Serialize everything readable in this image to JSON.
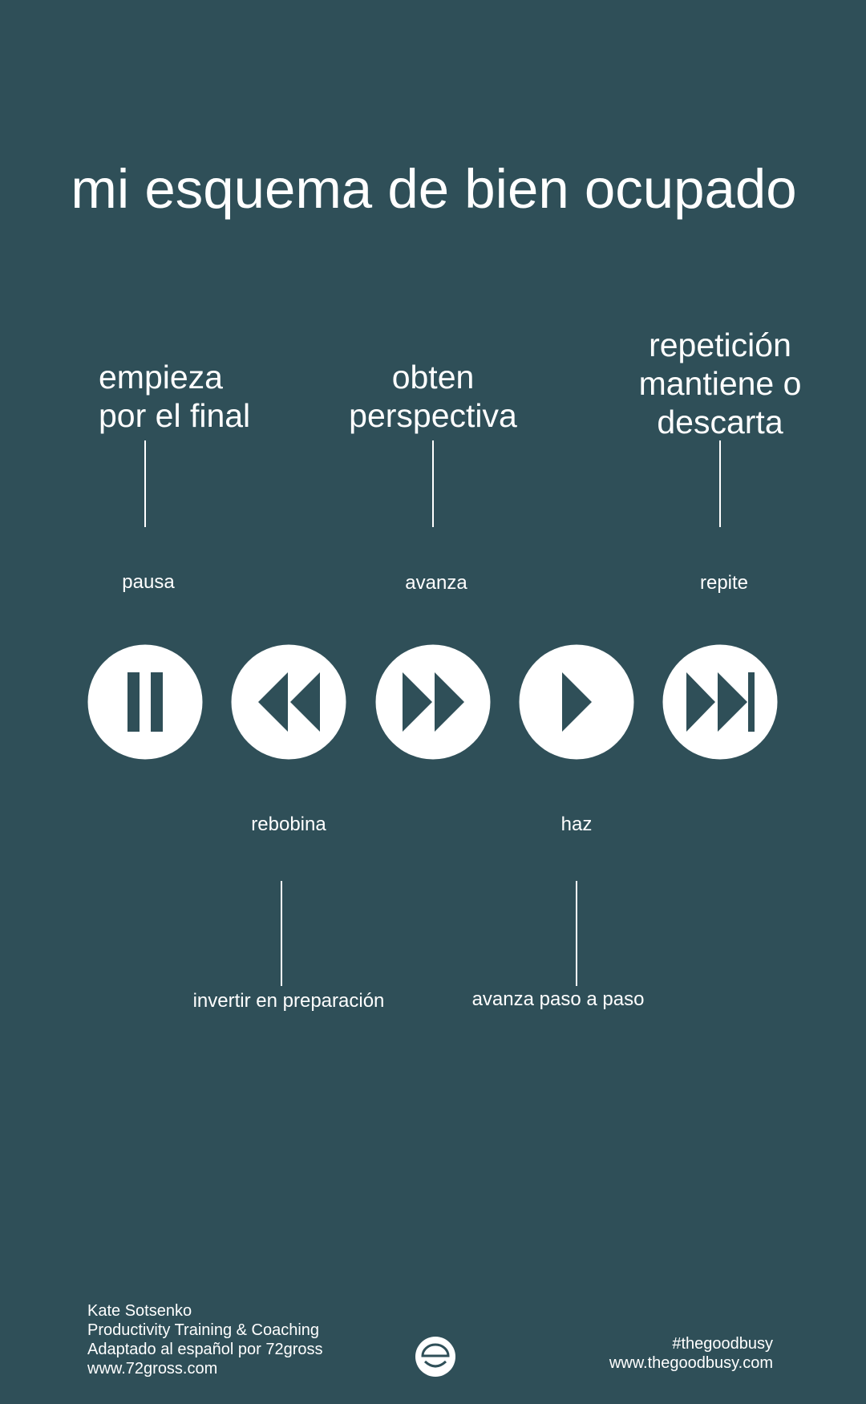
{
  "title": "mi esquema de bien ocupado",
  "colors": {
    "background": "#2f4f58",
    "foreground": "#ffffff"
  },
  "top_concepts": [
    {
      "lines": [
        "empieza",
        "por el final"
      ],
      "connects_to": "pausa"
    },
    {
      "lines": [
        "obten",
        "perspectiva"
      ],
      "connects_to": "avanza"
    },
    {
      "lines": [
        "repetición",
        "mantiene o",
        "descarta"
      ],
      "connects_to": "repite"
    }
  ],
  "controls": [
    {
      "icon": "pause-icon",
      "label": "pausa",
      "label_position": "above"
    },
    {
      "icon": "rewind-icon",
      "label": "rebobina",
      "label_position": "below"
    },
    {
      "icon": "fast-forward-icon",
      "label": "avanza",
      "label_position": "above"
    },
    {
      "icon": "play-icon",
      "label": "haz",
      "label_position": "below"
    },
    {
      "icon": "skip-forward-icon",
      "label": "repite",
      "label_position": "above"
    }
  ],
  "bottom_concepts": [
    {
      "text": "invertir en preparación",
      "connects_to": "rebobina"
    },
    {
      "text": "avanza paso a paso",
      "connects_to": "haz"
    }
  ],
  "footer": {
    "left_lines": [
      "Kate Sotsenko",
      "Productivity Training & Coaching",
      "Adaptado al español por 72gross",
      "www.72gross.com"
    ],
    "logo": "goodbusy-logo-icon",
    "right_lines": [
      "#thegoodbusy",
      "www.thegoodbusy.com"
    ]
  }
}
